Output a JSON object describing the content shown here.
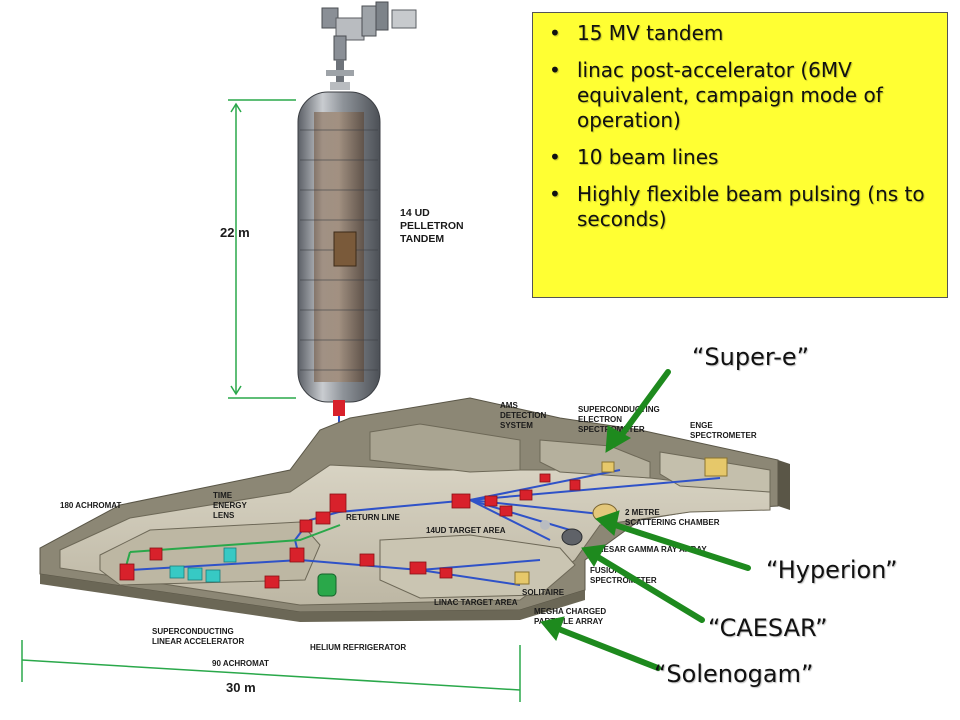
{
  "info_box": {
    "bullet_glyph": "•",
    "items": [
      "15 MV tandem",
      "linac post-accelerator (6MV equivalent, campaign mode of operation)",
      "10 beam lines",
      "Highly flexible beam pulsing (ns to seconds)"
    ],
    "background_color": "#ffff33"
  },
  "callouts": {
    "super_e": "“Super-e”",
    "hyperion": "“Hyperion”",
    "caesar": "“CAESAR”",
    "solenogam": "“Solenogam”",
    "arrow_color": "#1e8a1e"
  },
  "diagram_labels": {
    "tandem_line1": "14 UD",
    "tandem_line2": "PELLETRON",
    "tandem_line3": "TANDEM",
    "height_dimension": "22 m",
    "width_dimension": "30 m",
    "ams_line1": "AMS",
    "ams_line2": "DETECTION",
    "ams_line3": "SYSTEM",
    "sc_electron_line1": "SUPERCONDUCTING",
    "sc_electron_line2": "ELECTRON",
    "sc_electron_line3": "SPECTROMETER",
    "enge": "ENGE",
    "enge_line2": "SPECTROMETER",
    "achromat_180": "180 ACHROMAT",
    "time_energy_line1": "TIME",
    "time_energy_line2": "ENERGY",
    "time_energy_line3": "LENS",
    "return_line": "RETURN LINE",
    "target_area_14ud": "14UD TARGET AREA",
    "scattering_line1": "2 METRE",
    "scattering_line2": "SCATTERING CHAMBER",
    "caesar_array": "CAESAR GAMMA RAY ARRAY",
    "fusion_line1": "FUSION",
    "fusion_line2": "SPECTROMETER",
    "solitaire": "SOLITAIRE",
    "linac_target": "LINAC TARGET AREA",
    "megha_line1": "MEGHA CHARGED",
    "megha_line2": "PARTICLE ARRAY",
    "sc_linac_line1": "SUPERCONDUCTING",
    "sc_linac_line2": "LINEAR ACCELERATOR",
    "helium": "HELIUM REFRIGERATOR",
    "achromat_90": "90 ACHROMAT"
  }
}
